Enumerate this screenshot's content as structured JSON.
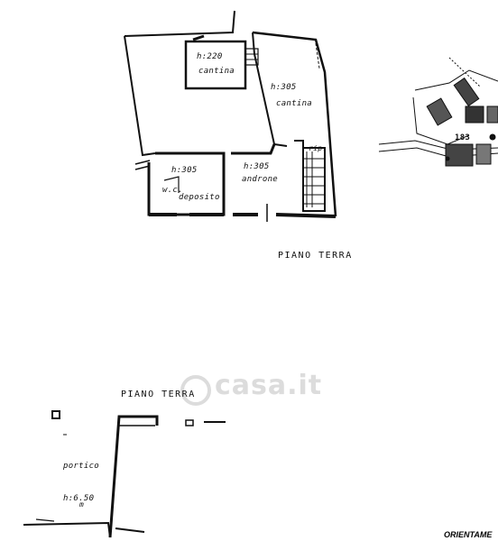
{
  "rooms": {
    "cantina_small_height": "h:220",
    "cantina_small_name": "cantina",
    "cantina_large_height": "h:305",
    "cantina_large_name": "cantina",
    "wc_height": "h:305",
    "wc_name_1": "w.c.",
    "wc_name_2": "deposito",
    "androne_height": "h:305",
    "androne_name": "androne",
    "rip_label": "rip.",
    "portico_name": "portico",
    "portico_height": "h:6.50",
    "portico_unit": "m"
  },
  "floors": {
    "upper_plan_title": "PIANO TERRA",
    "lower_plan_title": "PIANO TERRA"
  },
  "site": {
    "parcel_number": "183",
    "orientation_label": "ORIENTAME"
  },
  "watermark": {
    "text": "casa.it"
  }
}
